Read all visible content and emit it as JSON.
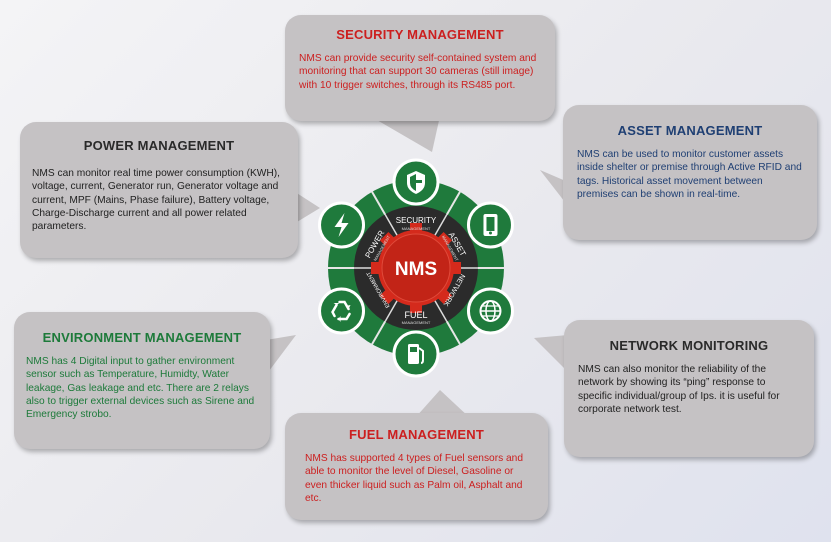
{
  "hub": {
    "center_label": "NMS",
    "ring_labels": {
      "security": "SECURITY",
      "security_sub": "MANAGEMENT",
      "asset": "ASSET",
      "asset_sub": "MANAGEMENT",
      "network": "NETWORK",
      "fuel": "FUEL",
      "fuel_sub": "MANAGEMENT",
      "environment": "ENVIRONMENT",
      "power": "POWER",
      "power_sub": "MANAGEMENT"
    },
    "icons": [
      "shield-icon",
      "rfid-tag-icon",
      "globe-icon",
      "fuel-pump-icon",
      "recycle-icon",
      "lightning-icon"
    ]
  },
  "security": {
    "title": "SECURITY MANAGEMENT",
    "body": "NMS can provide security self-contained system and monitoring that can support 30 cameras (still image) with 10 trigger switches, through its RS485 port."
  },
  "power": {
    "title": "POWER MANAGEMENT",
    "body": "NMS can monitor real time power consumption (KWH), voltage, current, Generator run, Generator  voltage and current, MPF (Mains, Phase failure), Battery voltage, Charge-Discharge current and all power related parameters."
  },
  "asset": {
    "title": "ASSET MANAGEMENT",
    "body": "NMS can be used to monitor customer assets inside shelter or premise through Active RFID and tags. Historical asset movement between premises can be shown in real-time."
  },
  "environment": {
    "title": "ENVIRONMENT MANAGEMENT",
    "body": "NMS has 4 Digital input to gather environment sensor such as Temperature, Humidty, Water leakage, Gas leakage and etc. There are 2 relays also to trigger external devices such as Sirene and Emergency strobo."
  },
  "network": {
    "title": "NETWORK MONITORING",
    "body": "NMS can also monitor the reliability of the network by showing its “ping” response to specific individual/group of Ips. it is useful for corporate network test."
  },
  "fuel": {
    "title": "FUEL MANAGEMENT",
    "body": "NMS has supported 4 types of Fuel sensors and able to monitor the level of Diesel, Gasoline or even thicker liquid such as Palm oil, Asphalt and etc."
  },
  "colors": {
    "ring_green": "#1f7a3c",
    "center_red": "#d42a1c",
    "inner_dark": "#2b2b2b",
    "callout_gray": "#c5c2c4",
    "red_text": "#cc1f1f",
    "blue_text": "#1f3f73",
    "green_text": "#1d7a3a"
  }
}
